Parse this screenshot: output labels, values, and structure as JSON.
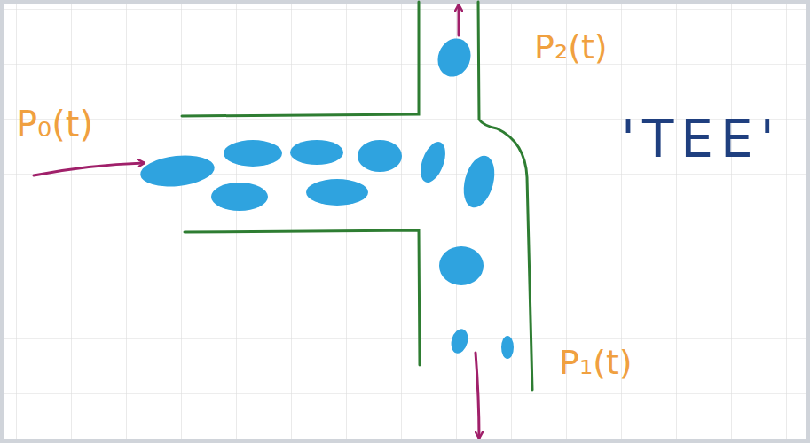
{
  "diagram": {
    "labels": [
      "P₂(t)",
      "P₀(t)",
      "'TEE'",
      "P₁(t)"
    ]
  }
}
